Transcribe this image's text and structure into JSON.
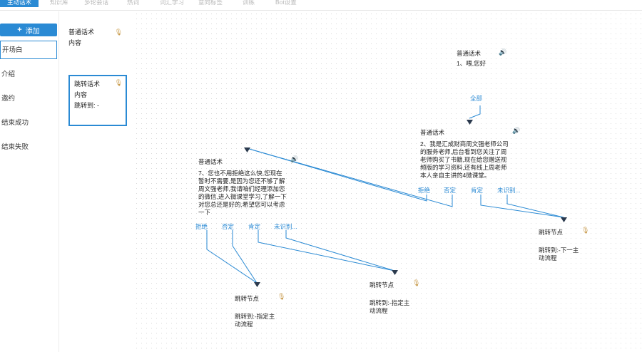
{
  "tabs": [
    "主动话术",
    "知识库",
    "多轮会话",
    "热词",
    "词汇学习",
    "意向标签",
    "训练",
    "Bot设置"
  ],
  "sidebar": {
    "add_label": "添加",
    "items": [
      "开场白",
      "介绍",
      "邀约",
      "结束成功",
      "结束失败"
    ]
  },
  "cards": [
    {
      "title": "普通话术",
      "lines": [
        "内容"
      ]
    },
    {
      "title": "跳转话术",
      "lines": [
        "内容",
        "跳转到: -"
      ]
    }
  ],
  "nodes": {
    "n1": {
      "title": "普通话术",
      "text": "1、喂,您好"
    },
    "all_link": "全部",
    "n2": {
      "title": "普通话术",
      "text_lines": [
        "2、我是汇成财商周文强老师公司",
        "的服务老师,后台看到您关注了周",
        "老师购买了书籍,现在给您赠送视",
        "频版的学习资料,还有线上周老师",
        "本人亲自主讲的4微课堂。"
      ],
      "options": [
        "拒绝",
        "否定",
        "肯定",
        "未识别..."
      ]
    },
    "n7": {
      "title": "普通话术",
      "text_lines": [
        "7、您也不用拒绝这么快,您现在",
        "暂时不需要,是因为您还不够了解",
        "周文强老师,我请咱们经理添加您",
        "的微信,进入微课堂学习,了解一下",
        "对您总还是好的,希望您可以考虑",
        "一下"
      ],
      "options": [
        "拒绝",
        "否定",
        "肯定",
        "未识别..."
      ]
    },
    "j1": {
      "title": "跳转节点",
      "lines": [
        "跳转到:-下一主",
        "动流程"
      ]
    },
    "j2": {
      "title": "跳转节点",
      "lines": [
        "跳转到:-指定主",
        "动流程"
      ]
    },
    "j3": {
      "title": "跳转节点",
      "lines": [
        "跳转到:-指定主",
        "动流程"
      ]
    }
  },
  "colors": {
    "accent": "#2a8ad4",
    "speaker": "#bd8a55"
  }
}
